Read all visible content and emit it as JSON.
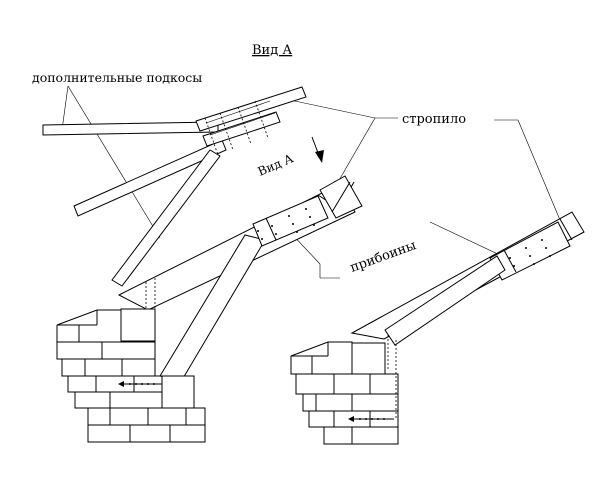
{
  "labels": {
    "view_title": "Вид А",
    "extra_braces": "дополнительные подкосы",
    "rafter": "стропило",
    "view_marker": "Вид А",
    "nailers": "прибоины"
  }
}
